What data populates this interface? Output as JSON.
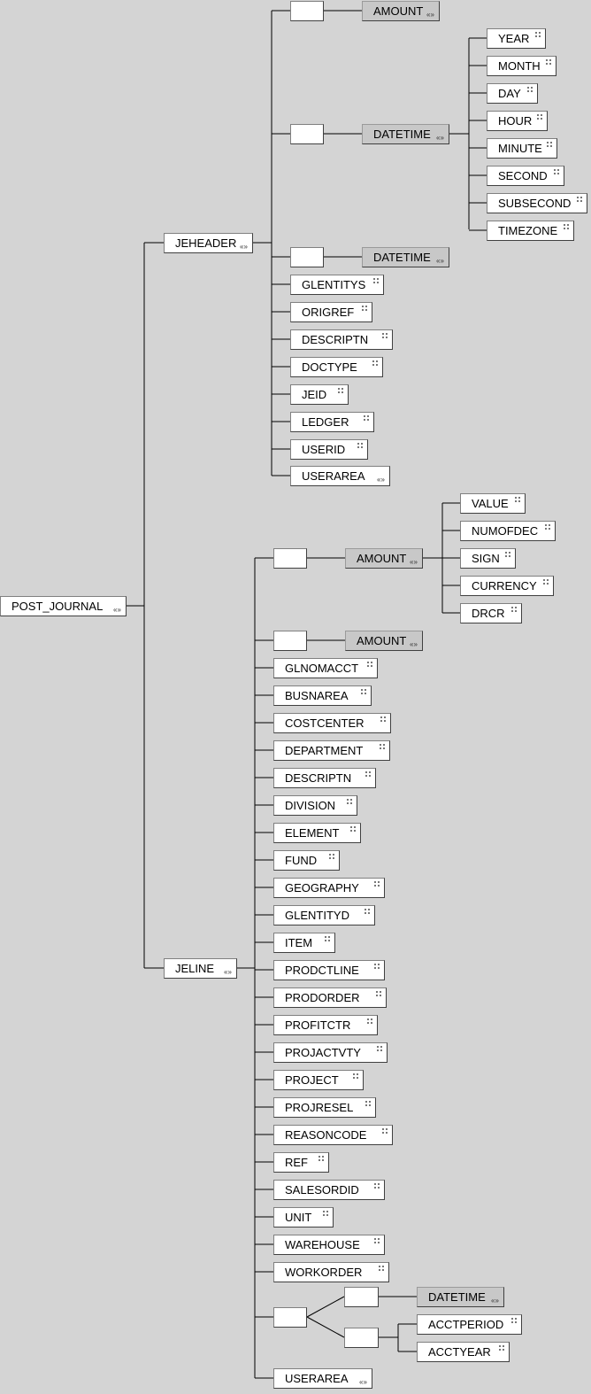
{
  "root": "POST_JOURNAL",
  "jeheader": {
    "label": "JEHEADER",
    "amount": "AMOUNT",
    "datetime1": "DATETIME",
    "datetime_fields": [
      "YEAR",
      "MONTH",
      "DAY",
      "HOUR",
      "MINUTE",
      "SECOND",
      "SUBSECOND",
      "TIMEZONE"
    ],
    "datetime2": "DATETIME",
    "fields": [
      "GLENTITYS",
      "ORIGREF",
      "DESCRIPTN",
      "DOCTYPE",
      "JEID",
      "LEDGER",
      "USERID"
    ],
    "userarea": "USERAREA"
  },
  "jeline": {
    "label": "JELINE",
    "amount1": "AMOUNT",
    "amount_fields": [
      "VALUE",
      "NUMOFDEC",
      "SIGN",
      "CURRENCY",
      "DRCR"
    ],
    "amount2": "AMOUNT",
    "fields": [
      "GLNOMACCT",
      "BUSNAREA",
      "COSTCENTER",
      "DEPARTMENT",
      "DESCRIPTN",
      "DIVISION",
      "ELEMENT",
      "FUND",
      "GEOGRAPHY",
      "GLENTITYD",
      "ITEM",
      "PRODCTLINE",
      "PRODORDER",
      "PROFITCTR",
      "PROJACTVTY",
      "PROJECT",
      "PROJRESEL",
      "REASONCODE",
      "REF",
      "SALESORDID",
      "UNIT",
      "WAREHOUSE",
      "WORKORDER"
    ],
    "choice_datetime": "DATETIME",
    "choice_fields": [
      "ACCTPERIOD",
      "ACCTYEAR"
    ],
    "userarea": "USERAREA"
  }
}
